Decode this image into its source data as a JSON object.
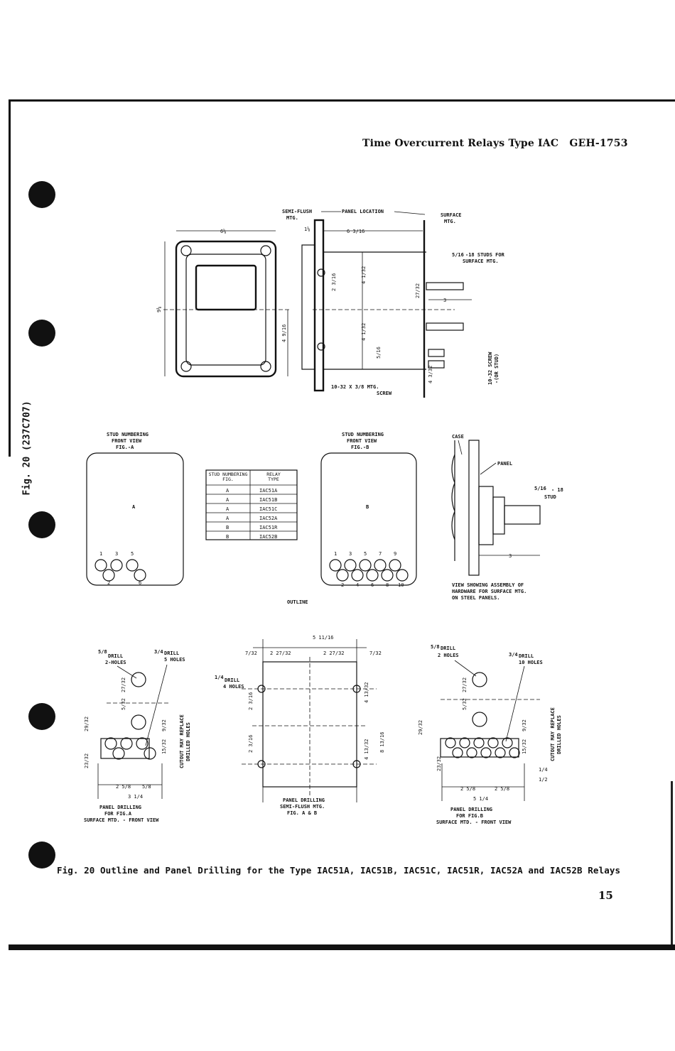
{
  "header": {
    "title": "Time Overcurrent Relays Type IAC",
    "doc_code": "GEH-1753"
  },
  "side_label": "Fig. 20 (237C707)",
  "caption": "Fig. 20   Outline and Panel Drilling for the Type IAC51A, IAC51B, IAC51C, IAC51R, IAC52A and IAC52B Relays",
  "page_number": "15",
  "outline": {
    "semi_flush": "SEMI-FLUSH",
    "mtg": "MTG.",
    "panel_location": "PANEL LOCATION",
    "surface": "SURFACE",
    "surface_mtg": "MTG.",
    "studs_note_1": "-18 STUDS FOR",
    "studs_note_2": "SURFACE MTG.",
    "screw_note": "10-32 X 3/8 MTG.",
    "screw_note_2": "SCREW",
    "screw_or_stud_1": "10-32 SCREW",
    "screw_or_stud_2": "-(OR STUD)",
    "label": "OUTLINE"
  },
  "stud_view_a": {
    "line1": "STUD NUMBERING",
    "line2": "FRONT VIEW",
    "line3": "FIG.-A",
    "letter": "A",
    "top_numbers": [
      "1",
      "3",
      "5"
    ],
    "bottom_numbers": [
      "2",
      "6"
    ]
  },
  "stud_view_b": {
    "line1": "STUD NUMBERING",
    "line2": "FRONT VIEW",
    "line3": "FIG.-B",
    "letter": "B",
    "top_numbers": [
      "1",
      "3",
      "5",
      "7",
      "9"
    ],
    "bottom_numbers": [
      "2",
      "4",
      "6",
      "8",
      "10"
    ]
  },
  "relay_table": {
    "headers": [
      "STUD NUMBERING FIG.",
      "RELAY TYPE"
    ],
    "rows": [
      [
        "A",
        "IAC51A"
      ],
      [
        "A",
        "IAC51B"
      ],
      [
        "A",
        "IAC51C"
      ],
      [
        "A",
        "IAC52A"
      ],
      [
        "B",
        "IAC51R"
      ],
      [
        "B",
        "IAC52B"
      ]
    ]
  },
  "hardware_view": {
    "case": "CASE",
    "panel": "PANEL",
    "stud": "STUD",
    "stud_thread": "- 18",
    "note1": "VIEW SHOWING ASSEMBLY OF",
    "note2": "HARDWARE FOR SURFACE MTG.",
    "note3": "ON STEEL PANELS."
  },
  "drill_a": {
    "drill1": "DRILL",
    "holes1": "2-HOLES",
    "drill2": "DRILL",
    "holes2": "5 HOLES",
    "cutout1": "CUTOUT MAY REPLACE",
    "cutout2": "DRILLED HOLES",
    "cap1": "PANEL DRILLING",
    "cap2": "FOR FIG.A",
    "cap3": "SURFACE MTD. - FRONT VIEW"
  },
  "drill_mid": {
    "drill": "DRILL",
    "holes": "4 HOLES",
    "cap1": "PANEL DRILLING",
    "cap2": "SEMI-FLUSH MTG.",
    "cap3": "FIG. A & B"
  },
  "drill_b": {
    "drill1": "DRILL",
    "holes1": "2 HOLES",
    "drill2": "DRILL",
    "holes2": "10 HOLES",
    "cutout1": "CUTOUT MAY REPLACE",
    "cutout2": "DRILLED HOLES",
    "cap1": "PANEL DRILLING",
    "cap2": "FOR FIG.B",
    "cap3": "SURFACE MTD. - FRONT VIEW"
  }
}
